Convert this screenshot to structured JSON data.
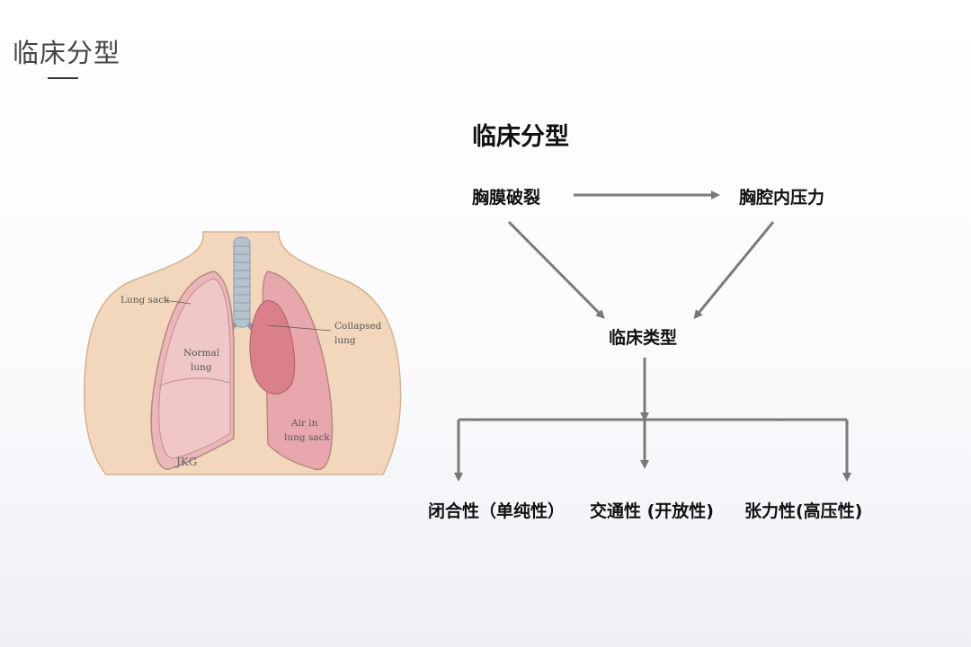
{
  "page": {
    "title": "临床分型"
  },
  "diagram": {
    "title": "临床分型",
    "nodes": {
      "cause": "胸膜破裂",
      "pressure": "胸腔内压力",
      "type": "临床类型",
      "closed": "闭合性（单纯性）",
      "open": "交通性 (开放性)",
      "tension": "张力性(高压性)"
    }
  },
  "illustration": {
    "labels": {
      "lung_sack": "Lung sack",
      "normal_lung_line1": "Normal",
      "normal_lung_line2": "lung",
      "collapsed_lung_line1": "Collapsed",
      "collapsed_lung_line2": "lung",
      "air_line1": "Air in",
      "air_line2": "lung sack",
      "signature": "JKG"
    }
  }
}
